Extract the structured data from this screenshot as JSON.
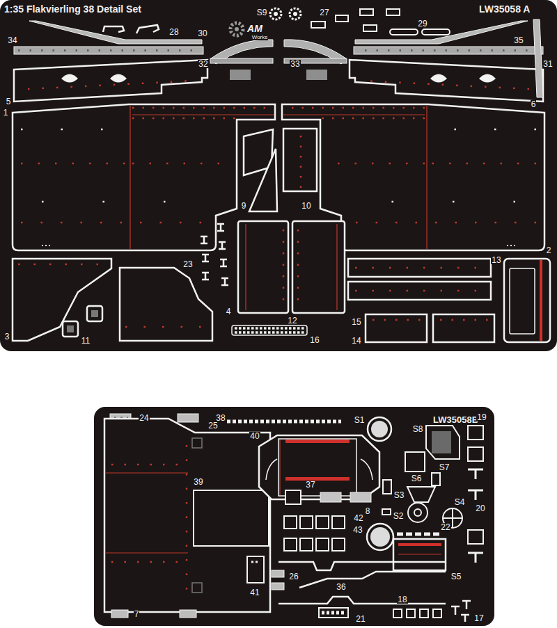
{
  "diagram": {
    "nodes": [
      {
        "text": [
          "1:35 Flakvierling 38 Detail Set",
          "LW35058 A"
        ]
      },
      {
        "text": [
          "LW35058B"
        ]
      }
    ],
    "labels": [
      "S9",
      "27",
      "34",
      "28",
      "30",
      "32",
      "33",
      "29",
      "35",
      "31",
      "5",
      "6",
      "1",
      "2",
      "9",
      "10",
      "13",
      "23",
      "4",
      "12",
      "15",
      "14",
      "16",
      "3",
      "11",
      "AM",
      "Works",
      "24",
      "38",
      "25",
      "S1",
      "S8",
      "19",
      "40",
      "39",
      "37",
      "8",
      "S3",
      "S2",
      "S6",
      "S7",
      "S4",
      "42",
      "20",
      "22",
      "43",
      "S5",
      "26",
      "36",
      "41",
      "18",
      "21",
      "17",
      "7"
    ]
  }
}
